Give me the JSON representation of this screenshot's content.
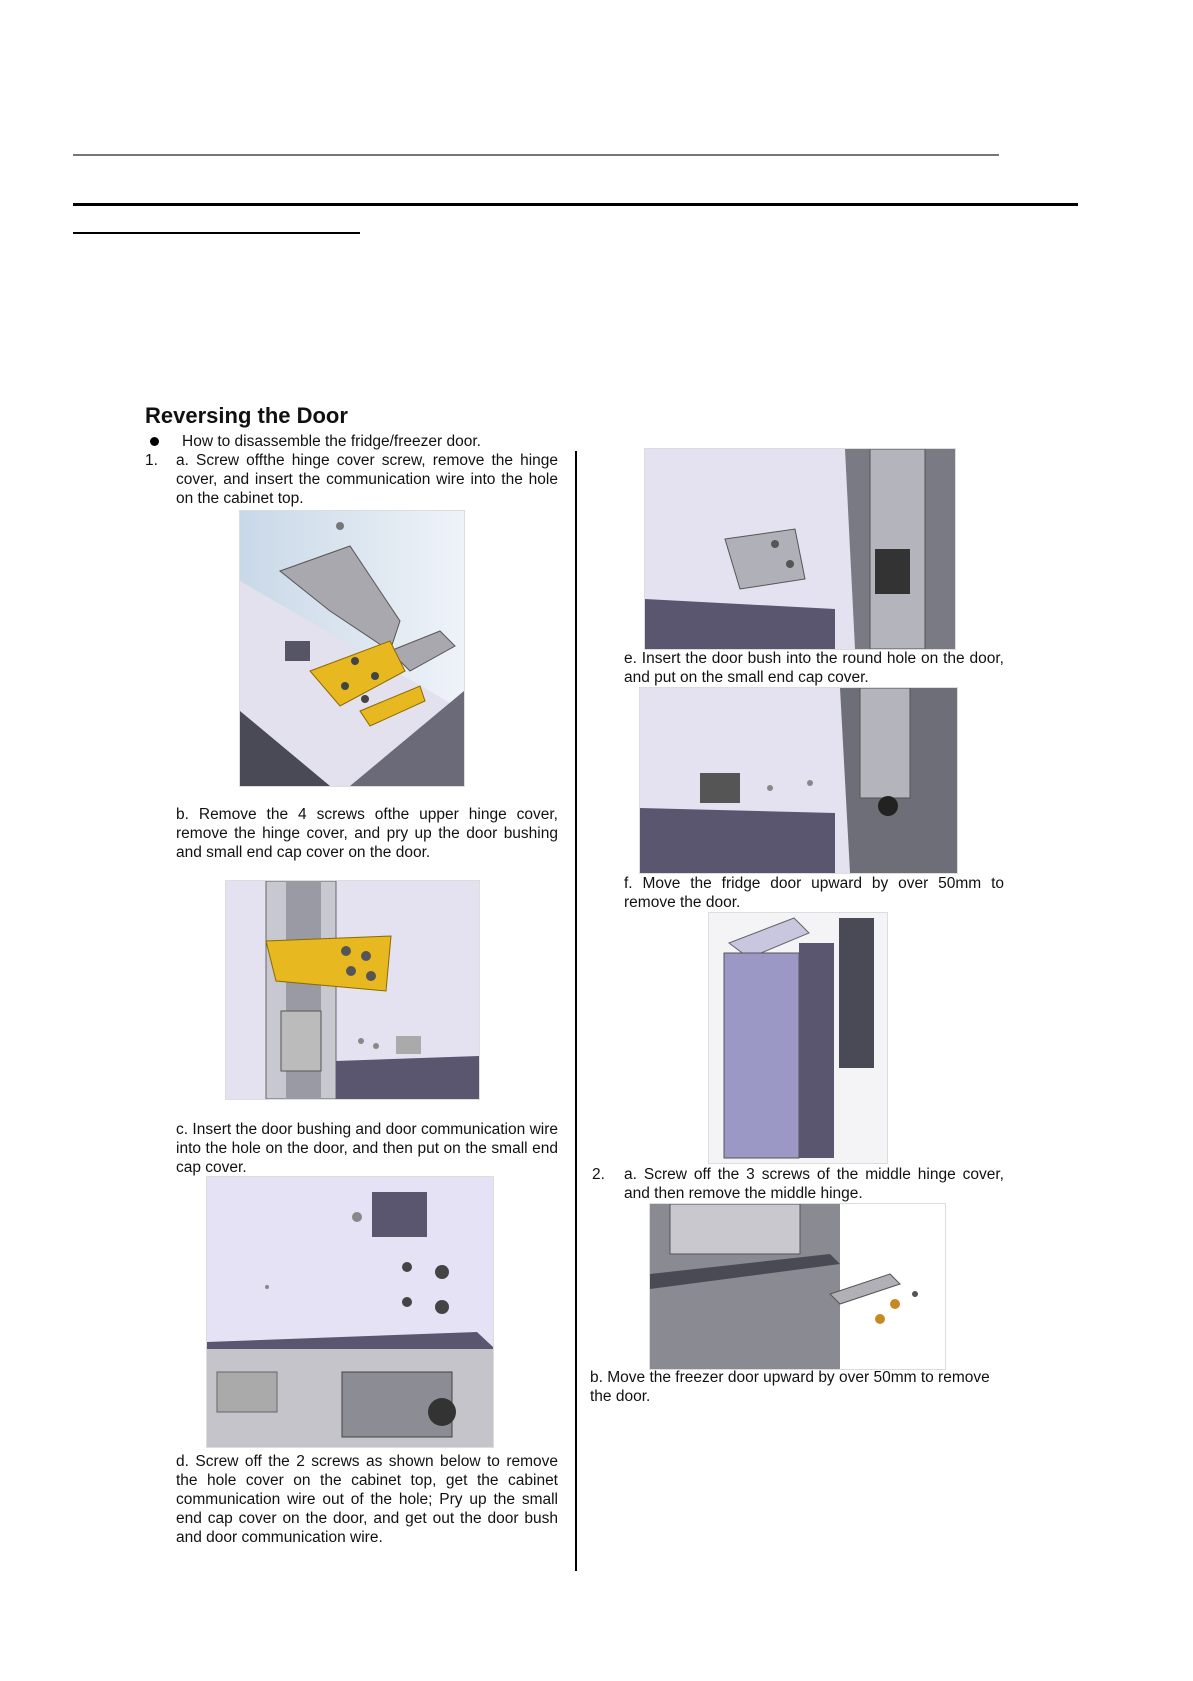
{
  "heading": "Reversing the Door",
  "intro": "How to disassemble the fridge/freezer door.",
  "step1": {
    "number": "1.",
    "a": "a.  Screw offthe hinge cover screw, remove the hinge cover, and insert the communication wire into the hole on the cabinet top.",
    "b": "b.  Remove the 4 screws ofthe upper hinge cover, remove the hinge cover, and pry up the door bushing and small end cap cover on the door.",
    "c": "c. Insert the door bushing and door communication wire into the hole on the door, and then put on the small end cap cover.",
    "d": "d.  Screw off the 2 screws as shown below to remove the hole cover on the cabinet top, get the cabinet communication wire out of the hole; Pry up the small end cap cover on the door, and get out the door bush and door communication wire.",
    "e": "e.   Insert the door bush into the round hole on the door, and put on the small end cap cover.",
    "f": "f. Move the fridge door upward by over 50mm to remove the door."
  },
  "step2": {
    "number": "2.",
    "a": "a.  Screw off the 3 screws of the middle hinge cover, and then remove the middle hinge.",
    "b": "b.  Move the freezer door upward by over 50mm to remove the door."
  },
  "colors": {
    "hinge": "#e8b820",
    "cabinet_top": "#e6e3f4",
    "door_side": "#5a5670",
    "gray": "#8a8a90"
  }
}
